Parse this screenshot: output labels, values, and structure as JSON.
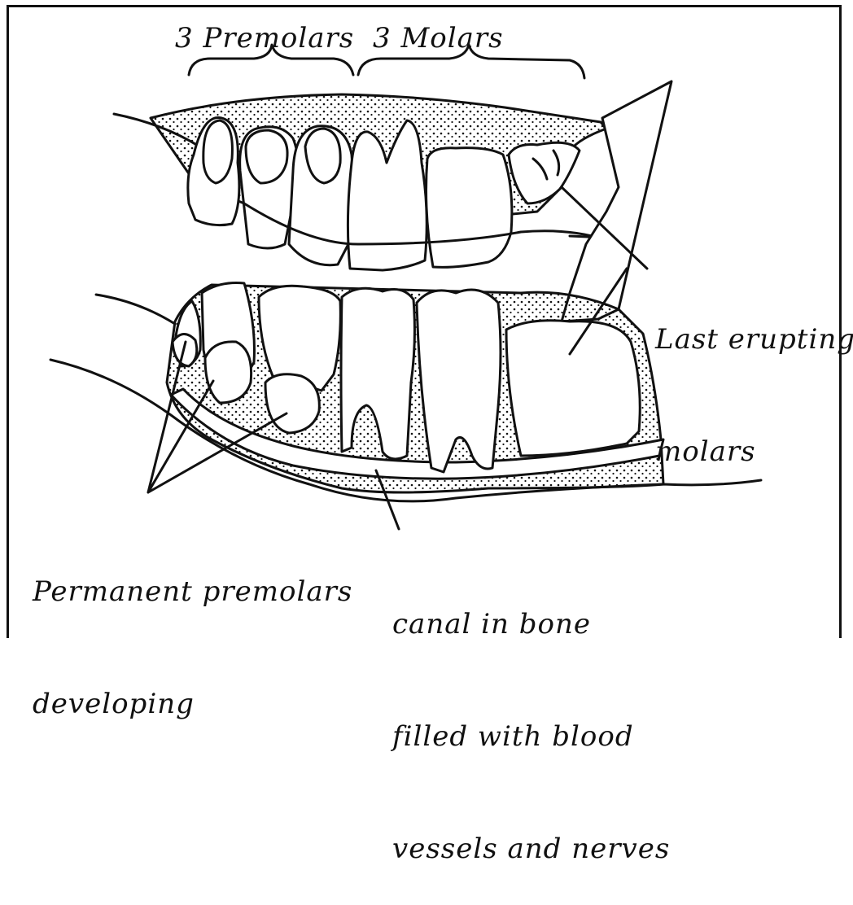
{
  "labels": {
    "premolars_top": "3 Premolars",
    "molars_top": "3 Molars",
    "last_erupting": [
      "Last erupting",
      "molars"
    ],
    "permanent_premolars": [
      "Permanent premolars",
      "developing"
    ],
    "canal": [
      "canal in bone",
      "filled with blood",
      "vessels and nerves"
    ]
  },
  "colors": {
    "ink": "#111111",
    "paper": "#ffffff"
  }
}
